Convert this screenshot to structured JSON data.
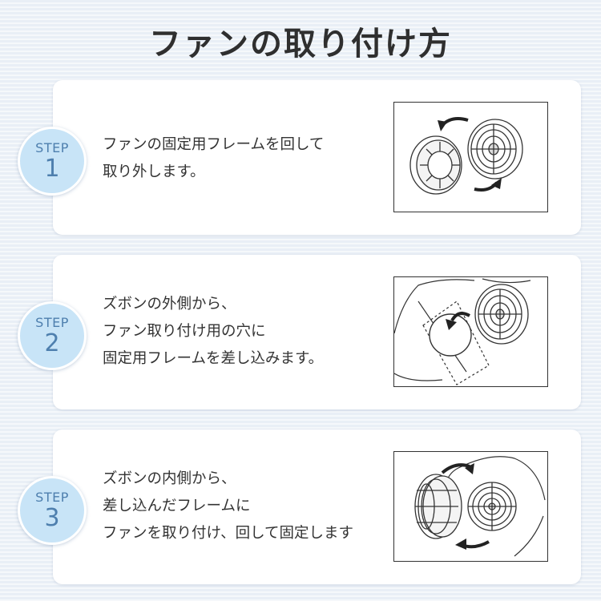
{
  "title": "ファンの取り付け方",
  "steps": [
    {
      "label": "STEP",
      "number": "1",
      "lines": [
        "ファンの固定用フレームを回して",
        "取り外します。"
      ],
      "illustration": "fan-frame-removal-illustration"
    },
    {
      "label": "STEP",
      "number": "2",
      "lines": [
        "ズボンの外側から、",
        "ファン取り付け用の穴に",
        "固定用フレームを差し込みます。"
      ],
      "illustration": "frame-insert-illustration"
    },
    {
      "label": "STEP",
      "number": "3",
      "lines": [
        "ズボンの内側から、",
        "差し込んだフレームに",
        "ファンを取り付け、回して固定します"
      ],
      "illustration": "fan-attach-illustration"
    }
  ],
  "colors": {
    "badge_fill": "#c8e4f7",
    "badge_text": "#4e7fae",
    "title_text": "#2f2f2f",
    "background": "#e9eff6"
  }
}
